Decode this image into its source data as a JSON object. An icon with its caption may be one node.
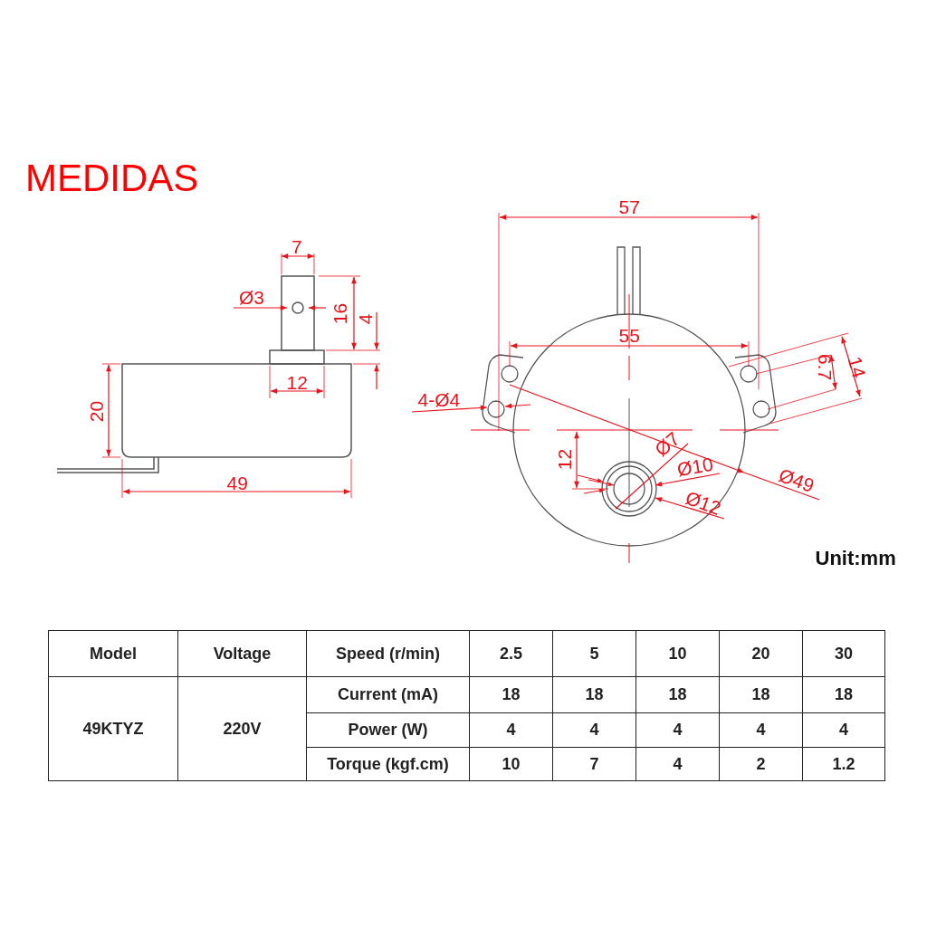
{
  "diagram": {
    "title": "MEDIDAS",
    "labels": [
      "7",
      "Ø3",
      "16",
      "4",
      "12",
      "20",
      "49",
      "57",
      "55",
      "6.7",
      "14",
      "4-Ø4",
      "Ø7",
      "12",
      "Ø10",
      "Ø49",
      "Ø12",
      "Unit:mm",
      "Model",
      "Voltage",
      "Speed (r/min)",
      "2.5",
      "5",
      "10",
      "20",
      "30",
      "49KTYZ",
      "220V",
      "Current (mA)",
      "18",
      "18",
      "18",
      "18",
      "18",
      "Power (W)",
      "4",
      "4",
      "4",
      "4",
      "4",
      "Torque (kgf.cm)",
      "10",
      "7",
      "4",
      "2",
      "1.2"
    ]
  }
}
